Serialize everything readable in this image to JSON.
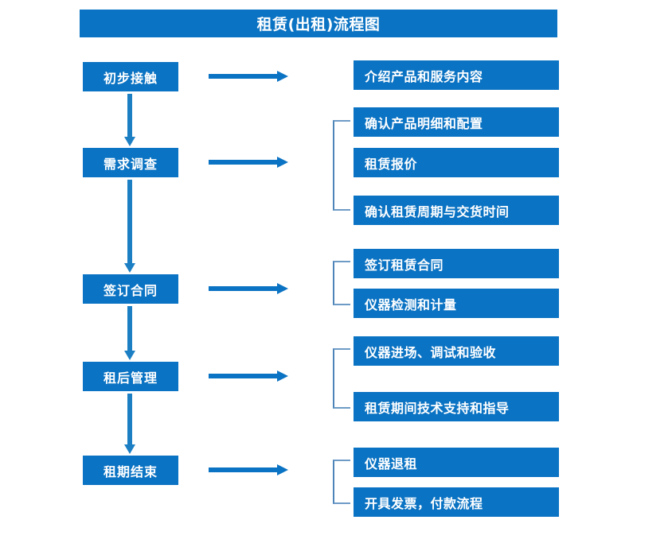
{
  "title": "租赁(出租)流程图",
  "colors": {
    "primary": "#0B73C3",
    "arrow": "#0B73C3",
    "bracket": "#6E9BC6",
    "text_on_primary": "#FFFFFF",
    "background": "#FFFFFF"
  },
  "stages": [
    {
      "id": "initial-contact",
      "label": "初步接触"
    },
    {
      "id": "needs-survey",
      "label": "需求调查"
    },
    {
      "id": "sign-contract",
      "label": "签订合同"
    },
    {
      "id": "post-rental-management",
      "label": "租后管理"
    },
    {
      "id": "rental-end",
      "label": "租期结束"
    }
  ],
  "details": [
    {
      "id": "introduce-products",
      "label": "介绍产品和服务内容"
    },
    {
      "id": "confirm-product-details",
      "label": "确认产品明细和配置"
    },
    {
      "id": "rental-quotation",
      "label": "租赁报价"
    },
    {
      "id": "confirm-rental-period",
      "label": "确认租赁周期与交货时间"
    },
    {
      "id": "sign-rental-contract",
      "label": "签订租赁合同"
    },
    {
      "id": "instrument-inspection",
      "label": "仪器检测和计量"
    },
    {
      "id": "instrument-onsite",
      "label": "仪器进场、调试和验收"
    },
    {
      "id": "technical-support",
      "label": "租赁期间技术支持和指导"
    },
    {
      "id": "instrument-return",
      "label": "仪器退租"
    },
    {
      "id": "invoice-payment",
      "label": "开具发票，付款流程"
    }
  ],
  "connectors": {
    "horizontal_arrows": 5,
    "vertical_arrows": 4,
    "brackets": 4
  }
}
